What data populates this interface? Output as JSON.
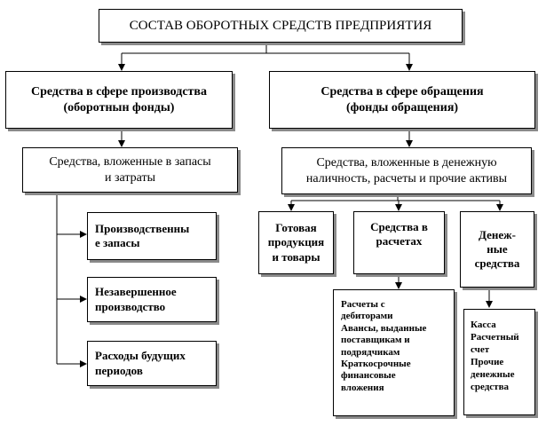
{
  "diagram": {
    "title": "СОСТАВ ОБОРОТНЫХ СРЕДСТВ ПРЕДПРИЯТИЯ",
    "production": {
      "line1": "Средства в сфере производства",
      "line2": "(оборотнын фонды)"
    },
    "circulation": {
      "line1": "Средства в сфере обращения",
      "line2": "(фонды обращения)"
    },
    "stocks": {
      "line1": "Средства, вложенные в запасы",
      "line2": "и затраты"
    },
    "monetary": {
      "line1": "Средства, вложенные в денежную",
      "line2": "наличность, расчеты и прочие активы"
    },
    "prod_stocks": {
      "line1": "Производственны",
      "line2": "е запасы"
    },
    "wip": {
      "line1": "Незавершенное",
      "line2": "производство"
    },
    "future": {
      "line1": "Расходы будущих",
      "line2": "периодов"
    },
    "finished": {
      "line1": "Готовая",
      "line2": "продукция",
      "line3": "и товары"
    },
    "settlements": {
      "line1": "Средства в",
      "line2": "расчетах"
    },
    "cash": {
      "line1": "Денеж-",
      "line2": "ные",
      "line3": "средства"
    },
    "settlements_detail": [
      "Расчеты с",
      "дебиторами",
      "Авансы, выданные",
      "поставщикам и",
      "подрядчикам",
      "Краткосрочные",
      "финансовые",
      "вложения"
    ],
    "cash_detail": [
      "Касса",
      "Расчетный",
      "счет",
      "Прочие",
      "денежные",
      "средства"
    ]
  }
}
